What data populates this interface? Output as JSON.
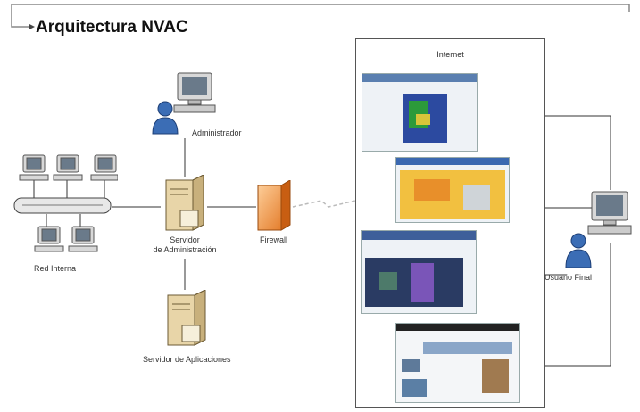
{
  "title": "Arquitectura NVAC",
  "nodes": {
    "administrador": "Administrador",
    "servidor_admin": "Servidor\nde Administración",
    "firewall": "Firewall",
    "red_interna": "Red Interna",
    "servidor_aplicaciones": "Servidor de Aplicaciones",
    "internet": "Internet",
    "usuario_final": "Usuario Final"
  },
  "colors": {
    "computer": "#d8d8d8",
    "server": "#e8d5a8",
    "firewall": "#f08a2c",
    "person": "#3b6db5",
    "line": "#333333"
  },
  "icons": [
    "computer-icon",
    "server-icon",
    "firewall-icon",
    "person-icon",
    "network-switch-icon",
    "cloud-connection-icon"
  ]
}
